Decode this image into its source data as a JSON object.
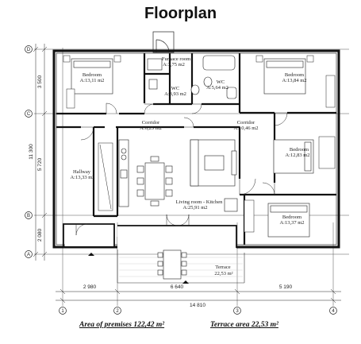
{
  "title": "Floorplan",
  "rooms": {
    "bedroom_nw": {
      "name": "Bedroom",
      "area": "A:13,11 m2"
    },
    "furnace": {
      "name": "Furnace room",
      "area": "A:3,75 m2"
    },
    "wc_left": {
      "name": "WC",
      "area": "A:3,93 m2"
    },
    "wc_right": {
      "name": "WC",
      "area": "A:5,64 m2"
    },
    "bedroom_ne": {
      "name": "Bedroom",
      "area": "A:13,84 m2"
    },
    "corridor_left": {
      "name": "Corridor",
      "area": "A:6,25 m2"
    },
    "corridor_right": {
      "name": "Corridor",
      "area": "A:10,46 m2"
    },
    "hallway": {
      "name": "Hallway",
      "area": "A:13,33 m2"
    },
    "bedroom_e": {
      "name": "Bedroom",
      "area": "A:12,83 m2"
    },
    "living": {
      "name": "Living room - Kitchen",
      "area": "A:25,91 m2"
    },
    "bedroom_se": {
      "name": "Bedroom",
      "area": "A:13,37 m2"
    },
    "terrace": {
      "name": "Terrace",
      "area": "22,53 m²"
    }
  },
  "dimensions": {
    "bottom": [
      "2 980",
      "6 640",
      "5 190"
    ],
    "total": "14 810",
    "left": [
      "3 500",
      "5 720",
      "2 080"
    ],
    "left_total": "11 300"
  },
  "axes": {
    "rows": [
      "D",
      "C",
      "B",
      "A"
    ],
    "cols": [
      "1",
      "2",
      "3",
      "4"
    ]
  },
  "summary": {
    "premises": "Area of premises 122,42 m²",
    "terrace": "Terrace area 22,53 m²"
  }
}
